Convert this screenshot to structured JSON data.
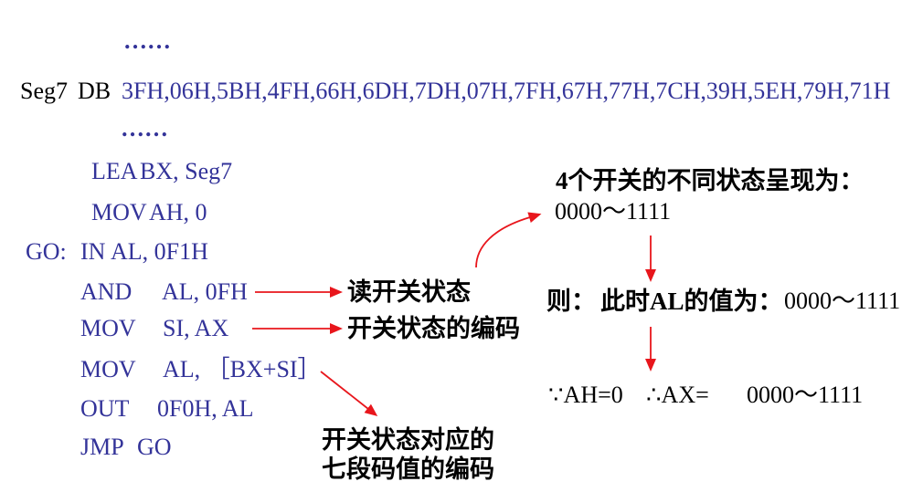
{
  "slide": {
    "code": {
      "ellipsis_top": "……",
      "data_label": "Seg7",
      "data_directive": "DB",
      "data_values": "3FH,06H,5BH,4FH,66H,6DH,7DH,07H,7FH,67H,77H,7CH,39H,5EH,79H,71H",
      "ellipsis_mid": "……",
      "lines": [
        {
          "mnemonic": "LEA",
          "operands": "BX, Seg7"
        },
        {
          "mnemonic": "MOV",
          "operands": "AH, 0"
        },
        {
          "label": "GO:",
          "mnemonic": "IN",
          "operands": "AL, 0F1H"
        },
        {
          "mnemonic": "AND",
          "operands": "AL, 0FH"
        },
        {
          "mnemonic": "MOV",
          "operands": "SI, AX"
        },
        {
          "mnemonic": "MOV",
          "operands": "AL, ［BX+SI］"
        },
        {
          "mnemonic": "OUT",
          "operands": "0F0H, AL"
        },
        {
          "mnemonic": "JMP",
          "operands": "GO"
        }
      ]
    },
    "annotations": {
      "read_switch": "读开关状态",
      "switch_code": "开关状态的编码",
      "seg_code_line1": "开关状态对应的",
      "seg_code_line2": "七段码值的编码",
      "states_heading": "4个开关的不同状态呈现为：",
      "states_range": "0000～1111",
      "al_prefix": "则：",
      "al_text": "此时AL的值为：",
      "al_range": "0000～1111",
      "ah_because": "∵AH=0",
      "ax_therefore": "∴AX=",
      "ax_range": "0000～1111"
    },
    "colors": {
      "code": "#333399",
      "text": "#000000",
      "arrow": "#e8161c",
      "background": "#ffffff"
    }
  }
}
